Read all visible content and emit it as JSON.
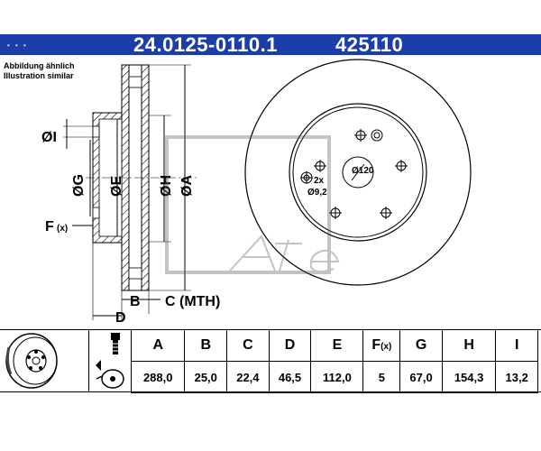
{
  "header": {
    "part_number": "24.0125-0110.1",
    "ref_number": "425110"
  },
  "note": {
    "line1": "Abbildung ähnlich",
    "line2": "Illustration similar"
  },
  "side_labels": {
    "I": "ØI",
    "G": "ØG",
    "E": "ØE",
    "H": "ØH",
    "A": "ØA",
    "F_main": "F",
    "F_sub": "(x)",
    "B": "B",
    "C": "C (MTH)",
    "D": "D"
  },
  "front_labels": {
    "pcd": "Ø120",
    "holes_count": "2x",
    "holes_dia": "Ø9,2"
  },
  "table": {
    "headers": [
      "A",
      "B",
      "C",
      "D",
      "E",
      "F",
      "G",
      "H",
      "I"
    ],
    "f_sub": "(x)",
    "values": [
      "288,0",
      "25,0",
      "22,4",
      "46,5",
      "112,0",
      "5",
      "67,0",
      "154,3",
      "13,2"
    ]
  },
  "colors": {
    "header_bg": "#1b3ea8",
    "header_text": "#ffffff"
  }
}
